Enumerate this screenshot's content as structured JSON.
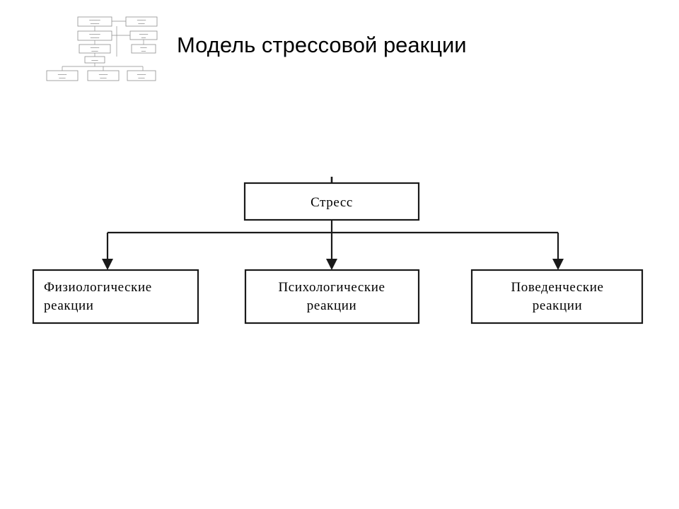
{
  "slide": {
    "title": "Модель стрессовой реакции",
    "background_color": "#ffffff",
    "text_color": "#000000",
    "line_color": "#1a1a1a"
  },
  "thumbnail": {
    "name": "miniature-diagram-preview",
    "description": "Уменьшенная копия схемы",
    "boxes": [
      {
        "id": "t1",
        "label": ""
      },
      {
        "id": "t2",
        "label": ""
      },
      {
        "id": "t3",
        "label": ""
      },
      {
        "id": "t4",
        "label": ""
      },
      {
        "id": "t5",
        "label": ""
      },
      {
        "id": "t6",
        "label": ""
      },
      {
        "id": "t7",
        "label": ""
      },
      {
        "id": "t8",
        "label": ""
      },
      {
        "id": "t9",
        "label": ""
      },
      {
        "id": "t10",
        "label": ""
      }
    ]
  },
  "diagram": {
    "type": "flowchart",
    "root": {
      "id": "stress",
      "label": "Стресс",
      "align": "center"
    },
    "children": [
      {
        "id": "physiological",
        "label_line1": "Физиологические",
        "label_line2": "реакции",
        "align": "left"
      },
      {
        "id": "psychological",
        "label_line1": "Психологические",
        "label_line2": "реакции",
        "align": "center"
      },
      {
        "id": "behavioral",
        "label_line1": "Поведенческие",
        "label_line2": "реакции",
        "align": "center"
      }
    ]
  }
}
